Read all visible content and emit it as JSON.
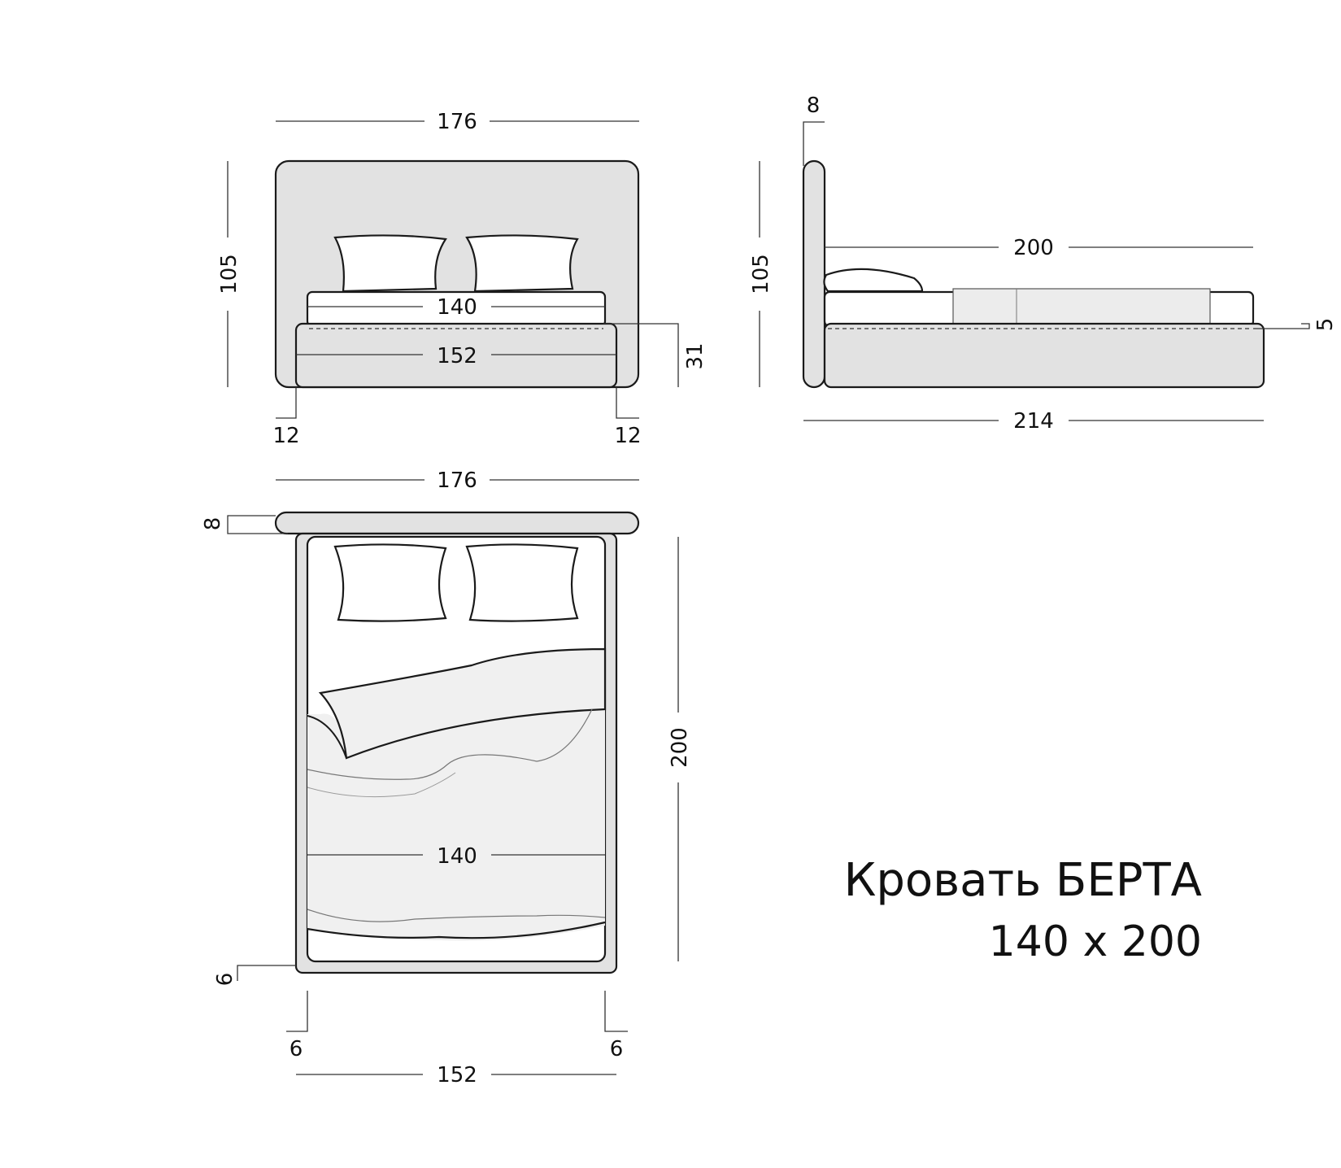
{
  "product": {
    "name": "Кровать БЕРТА",
    "size": "140 x 200"
  },
  "front_view": {
    "total_width": "176",
    "height": "105",
    "mattress_width": "140",
    "base_width": "152",
    "base_height": "31",
    "left_offset": "12",
    "right_offset": "12"
  },
  "side_view": {
    "headboard_thickness": "8",
    "height": "105",
    "mattress_length": "200",
    "total_length": "214",
    "mattress_inset": "5"
  },
  "top_view": {
    "total_width": "176",
    "headboard_thickness": "8",
    "length": "200",
    "mattress_width": "140",
    "bottom_gap": "6",
    "left_gap": "6",
    "right_gap": "6",
    "base_width": "152"
  },
  "colors": {
    "frame_fill": "#e2e2e2",
    "line": "#1a1a1a",
    "dim_line": "#333333",
    "bedding_fill": "#f0f0f0"
  }
}
